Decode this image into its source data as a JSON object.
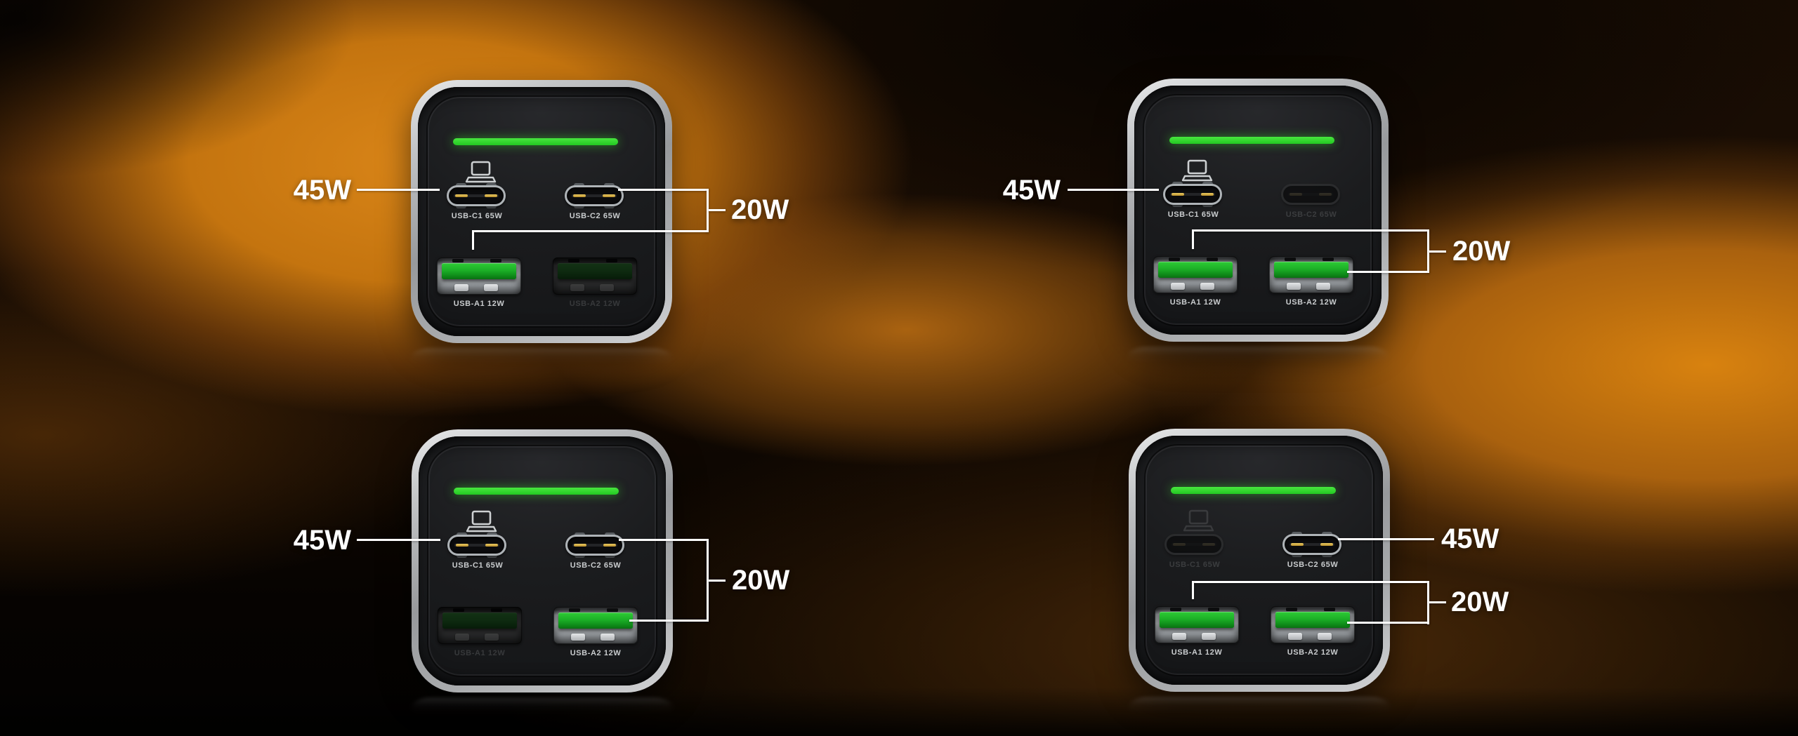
{
  "meta": {
    "scene": "GaN wall charger power-distribution diagram, 2x2 scenarios",
    "led_green": "#2ecb35",
    "accent_orange": "#d1790f",
    "callout_color": "#ffffff"
  },
  "chargers": [
    {
      "name": "top-left",
      "led": "on",
      "ports": [
        {
          "id": "usb-c1",
          "type": "usb-c",
          "label": "USB-C1 65W",
          "active": true,
          "icon": "laptop"
        },
        {
          "id": "usb-c2",
          "type": "usb-c",
          "label": "USB-C2 65W",
          "active": true
        },
        {
          "id": "usb-a1",
          "type": "usb-a",
          "label": "USB-A1 12W",
          "active": true
        },
        {
          "id": "usb-a2",
          "type": "usb-a",
          "label": "USB-A2 12W",
          "active": false
        }
      ],
      "callouts": [
        {
          "text": "45W",
          "side": "left",
          "targets": [
            "usb-c1"
          ]
        },
        {
          "text": "20W",
          "side": "right",
          "targets": [
            "usb-c2",
            "usb-a1"
          ]
        }
      ]
    },
    {
      "name": "top-right",
      "led": "on",
      "ports": [
        {
          "id": "usb-c1",
          "type": "usb-c",
          "label": "USB-C1 65W",
          "active": true,
          "icon": "laptop"
        },
        {
          "id": "usb-c2",
          "type": "usb-c",
          "label": "USB-C2 65W",
          "active": false
        },
        {
          "id": "usb-a1",
          "type": "usb-a",
          "label": "USB-A1 12W",
          "active": true
        },
        {
          "id": "usb-a2",
          "type": "usb-a",
          "label": "USB-A2 12W",
          "active": true
        }
      ],
      "callouts": [
        {
          "text": "45W",
          "side": "left",
          "targets": [
            "usb-c1"
          ]
        },
        {
          "text": "20W",
          "side": "right",
          "targets": [
            "usb-a1",
            "usb-a2"
          ]
        }
      ]
    },
    {
      "name": "bottom-left",
      "led": "on",
      "ports": [
        {
          "id": "usb-c1",
          "type": "usb-c",
          "label": "USB-C1 65W",
          "active": true,
          "icon": "laptop"
        },
        {
          "id": "usb-c2",
          "type": "usb-c",
          "label": "USB-C2 65W",
          "active": true
        },
        {
          "id": "usb-a1",
          "type": "usb-a",
          "label": "USB-A1 12W",
          "active": false
        },
        {
          "id": "usb-a2",
          "type": "usb-a",
          "label": "USB-A2 12W",
          "active": true
        }
      ],
      "callouts": [
        {
          "text": "45W",
          "side": "left",
          "targets": [
            "usb-c1"
          ]
        },
        {
          "text": "20W",
          "side": "right",
          "targets": [
            "usb-c2",
            "usb-a2"
          ]
        }
      ]
    },
    {
      "name": "bottom-right",
      "led": "on",
      "ports": [
        {
          "id": "usb-c1",
          "type": "usb-c",
          "label": "USB-C1 65W",
          "active": false,
          "icon": "laptop"
        },
        {
          "id": "usb-c2",
          "type": "usb-c",
          "label": "USB-C2 65W",
          "active": true
        },
        {
          "id": "usb-a1",
          "type": "usb-a",
          "label": "USB-A1 12W",
          "active": true
        },
        {
          "id": "usb-a2",
          "type": "usb-a",
          "label": "USB-A2 12W",
          "active": true
        }
      ],
      "callouts": [
        {
          "text": "45W",
          "side": "right",
          "targets": [
            "usb-c2"
          ]
        },
        {
          "text": "20W",
          "side": "right",
          "targets": [
            "usb-a1",
            "usb-a2"
          ]
        }
      ]
    }
  ]
}
